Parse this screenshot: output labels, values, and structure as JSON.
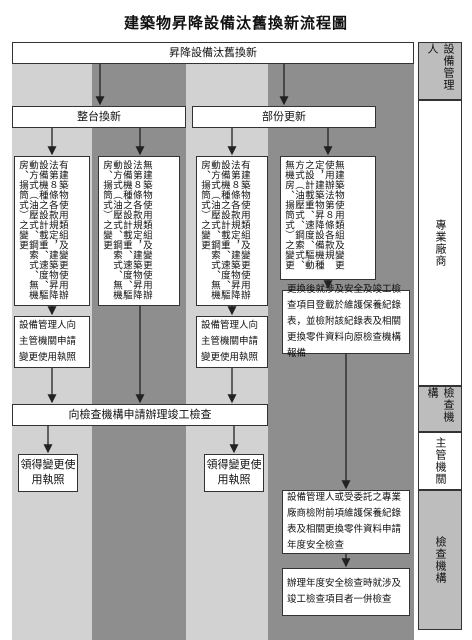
{
  "title": "建築物昇降設備汰舊換新流程圖",
  "boxes": {
    "top": "昇降設備汰舊換新",
    "whole": "整台換新",
    "partial": "部份更新",
    "v1": "有建築物使用類組及變更使用辦法第８條各款規定，建築物昇降設備機種之設計載重、速度、驅動方式（油壓式、鋼索式、無機房、揚筒式）之變更",
    "v2": "無建築物使用類組及變更使用辦法第８條各款規定，建築物昇降設備機種之設計載重、速度、驅動方式（油壓式、鋼索式、無機房、揚筒式）之變更",
    "v3": "有建築物使用類組及變更使用辦法第８條各款規定，建築物昇降設備機種之設計載重、速度、驅動方式（油壓式、鋼索式、無機房、揚筒式）之變更",
    "v4": "無建築物使用類組及變更使用辦法第８條各款規定，建築物昇降設備機種之設計載重、速度、驅動方式（油壓式、鋼索式、無機房、揚筒式）之變更",
    "after_update": "更換後就涉及安全及竣工檢查項目登載於維護保養紀錄表，並檢附該紀錄表及相關更換零件資料向原檢查機構報備",
    "apply_left": "設備管理人向主管機關申請變更使用執照",
    "apply_right": "設備管理人向主管機關申請變更使用執照",
    "inspection": "向檢查機構申請辦理竣工檢查",
    "permit_left": "領得變更使用執照",
    "permit_right": "領得變更使用執照",
    "annual_apply": "設備管理人或受委託之專業廠商檢附前項維護保養紀錄表及相關更換零件資料申請年度安全檢查",
    "annual_check": "辦理年度安全檢查時就涉及竣工檢查項目者一併檢查"
  },
  "side": {
    "manager": "設備管理人",
    "vendor": "專業廠商",
    "inspector1": "檢查機構",
    "authority": "主管機關",
    "inspector2": "檢查機構"
  }
}
